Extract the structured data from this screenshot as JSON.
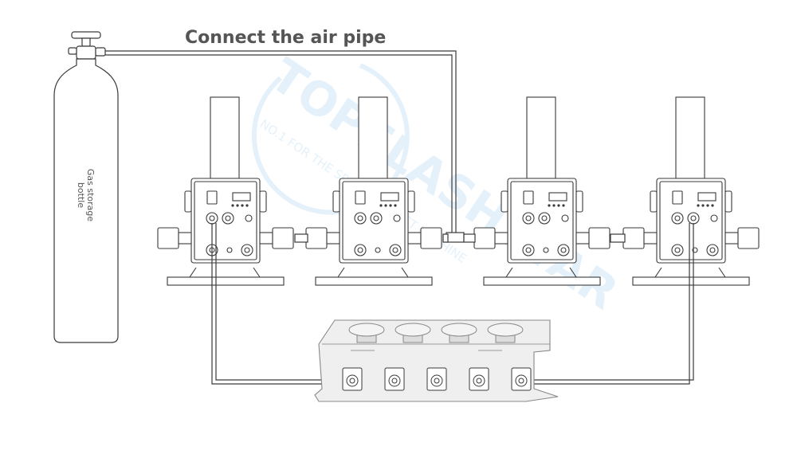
{
  "diagram": {
    "title": "Connect the air pipe",
    "bottle_label_line1": "Gas storage",
    "bottle_label_line2": "bottle",
    "watermark_brand": "TOPFLASHSTAR",
    "watermark_tagline": "NO.1 FOR THE SPECIAL EFFECT MACHINE",
    "machines": [
      {
        "id": "machine-1"
      },
      {
        "id": "machine-2"
      },
      {
        "id": "machine-3"
      },
      {
        "id": "machine-4"
      }
    ],
    "controller_buttons": 4,
    "controller_ports": 5
  },
  "colors": {
    "line": "#3a3a3a",
    "watermark": "#cfe6f6",
    "text": "#555555"
  }
}
